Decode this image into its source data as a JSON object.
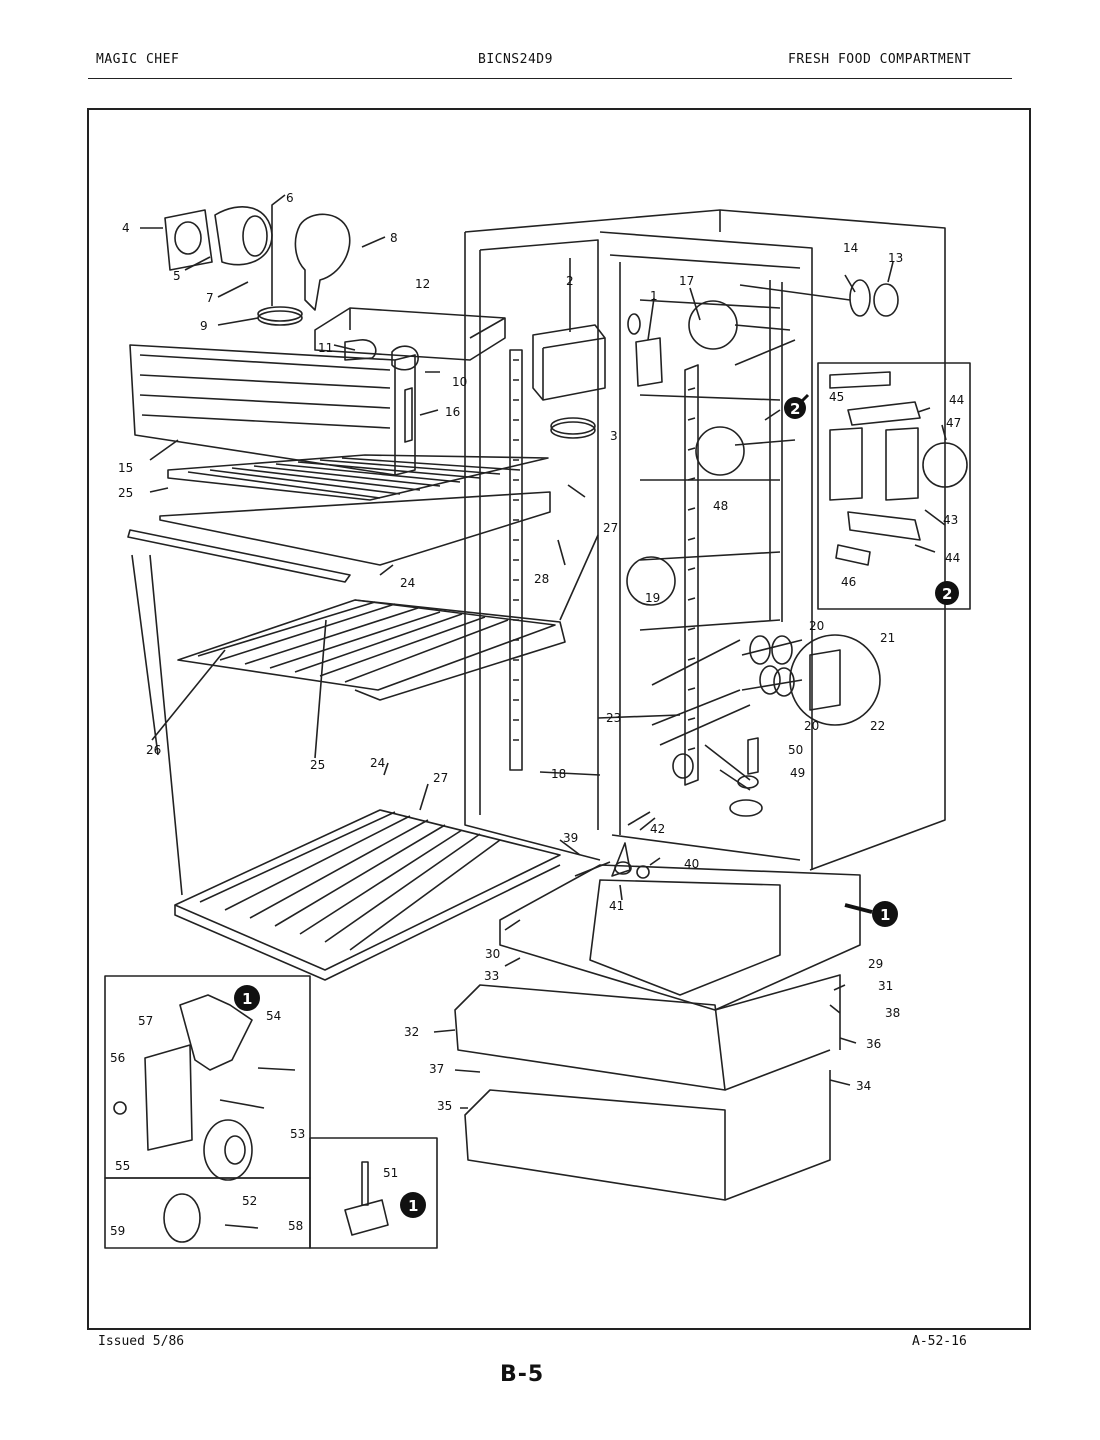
{
  "header": {
    "brand": "MAGIC CHEF",
    "model": "BICNS24D9",
    "section": "FRESH FOOD COMPARTMENT"
  },
  "footer": {
    "issued": "Issued 5/86",
    "doc_number": "A-52-16",
    "page": "B-5"
  },
  "callouts": {
    "c1": "1",
    "c2": "2",
    "c3": "3",
    "c4": "4",
    "c5": "5",
    "c6": "6",
    "c7": "7",
    "c8": "8",
    "c9": "9",
    "c10": "10",
    "c11": "11",
    "c12": "12",
    "c13": "13",
    "c14": "14",
    "c15": "15",
    "c16": "16",
    "c17": "17",
    "c18": "18",
    "c19": "19",
    "c20": "20",
    "c21": "21",
    "c22": "22",
    "c23": "23",
    "c24": "24",
    "c25": "25",
    "c26": "26",
    "c27": "27",
    "c28": "28",
    "c29": "29",
    "c30": "30",
    "c31": "31",
    "c32": "32",
    "c33": "33",
    "c34": "34",
    "c35": "35",
    "c36": "36",
    "c37": "37",
    "c38": "38",
    "c39": "39",
    "c40": "40",
    "c41": "41",
    "c42": "42",
    "c43": "43",
    "c44": "44",
    "c45": "45",
    "c46": "46",
    "c47": "47",
    "c48": "48",
    "c49": "49",
    "c50": "50",
    "c51": "51",
    "c52": "52",
    "c53": "53",
    "c54": "54",
    "c55": "55",
    "c56": "56",
    "c57": "57",
    "c58": "58",
    "c59": "59"
  },
  "badges": {
    "detail_1": "1",
    "detail_2": "2"
  }
}
